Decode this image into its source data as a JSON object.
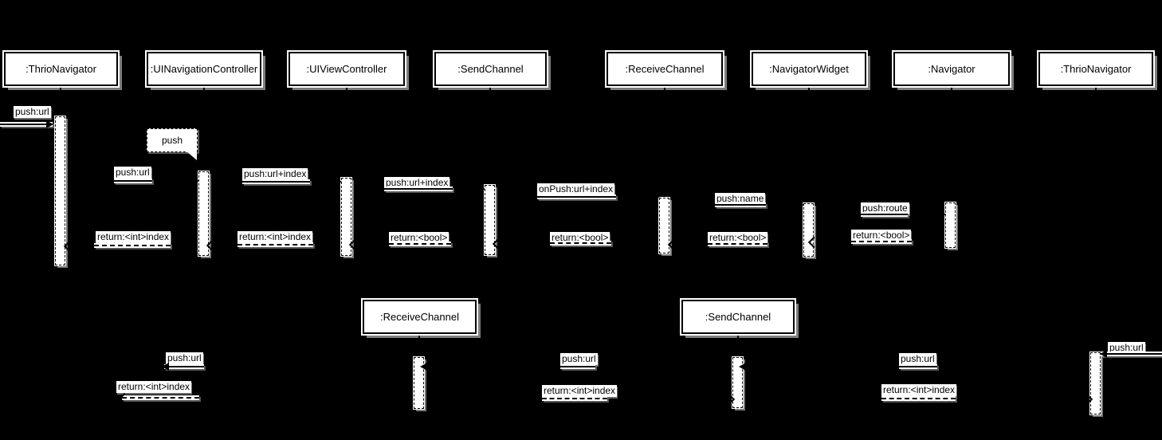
{
  "diagram_type": "uml-sequence-diagram",
  "colors": {
    "background": "#000000",
    "element_fill": "#ffffff",
    "line": "#000000",
    "shadow": "#7d7d7d"
  },
  "participants": {
    "row1": [
      {
        "name": ":ThrioNavigator"
      },
      {
        "name": ":UINavigationController"
      },
      {
        "name": ":UIViewController"
      },
      {
        "name": ":SendChannel"
      },
      {
        "name": ":ReceiveChannel"
      },
      {
        "name": ":NavigatorWidget"
      },
      {
        "name": ":Navigator"
      },
      {
        "name": ":ThrioNavigator"
      }
    ],
    "row2": [
      {
        "name": ":ReceiveChannel"
      },
      {
        "name": ":SendChannel"
      }
    ]
  },
  "note": {
    "text": "push"
  },
  "messages": [
    {
      "text": "push:url"
    },
    {
      "text": "push:url"
    },
    {
      "text": "return:<int>index"
    },
    {
      "text": "push:url+index"
    },
    {
      "text": "return:<int>index"
    },
    {
      "text": "push:url+index"
    },
    {
      "text": "return:<bool>"
    },
    {
      "text": "onPush:url+index"
    },
    {
      "text": "return:<bool>"
    },
    {
      "text": "push:name"
    },
    {
      "text": "return:<bool>"
    },
    {
      "text": "push:route"
    },
    {
      "text": "return:<bool>"
    },
    {
      "text": "push:url"
    },
    {
      "text": "return:<int>index"
    },
    {
      "text": "push:url"
    },
    {
      "text": "return:<int>index"
    },
    {
      "text": "push:url"
    },
    {
      "text": "return:<int>index"
    },
    {
      "text": "push:url"
    }
  ]
}
